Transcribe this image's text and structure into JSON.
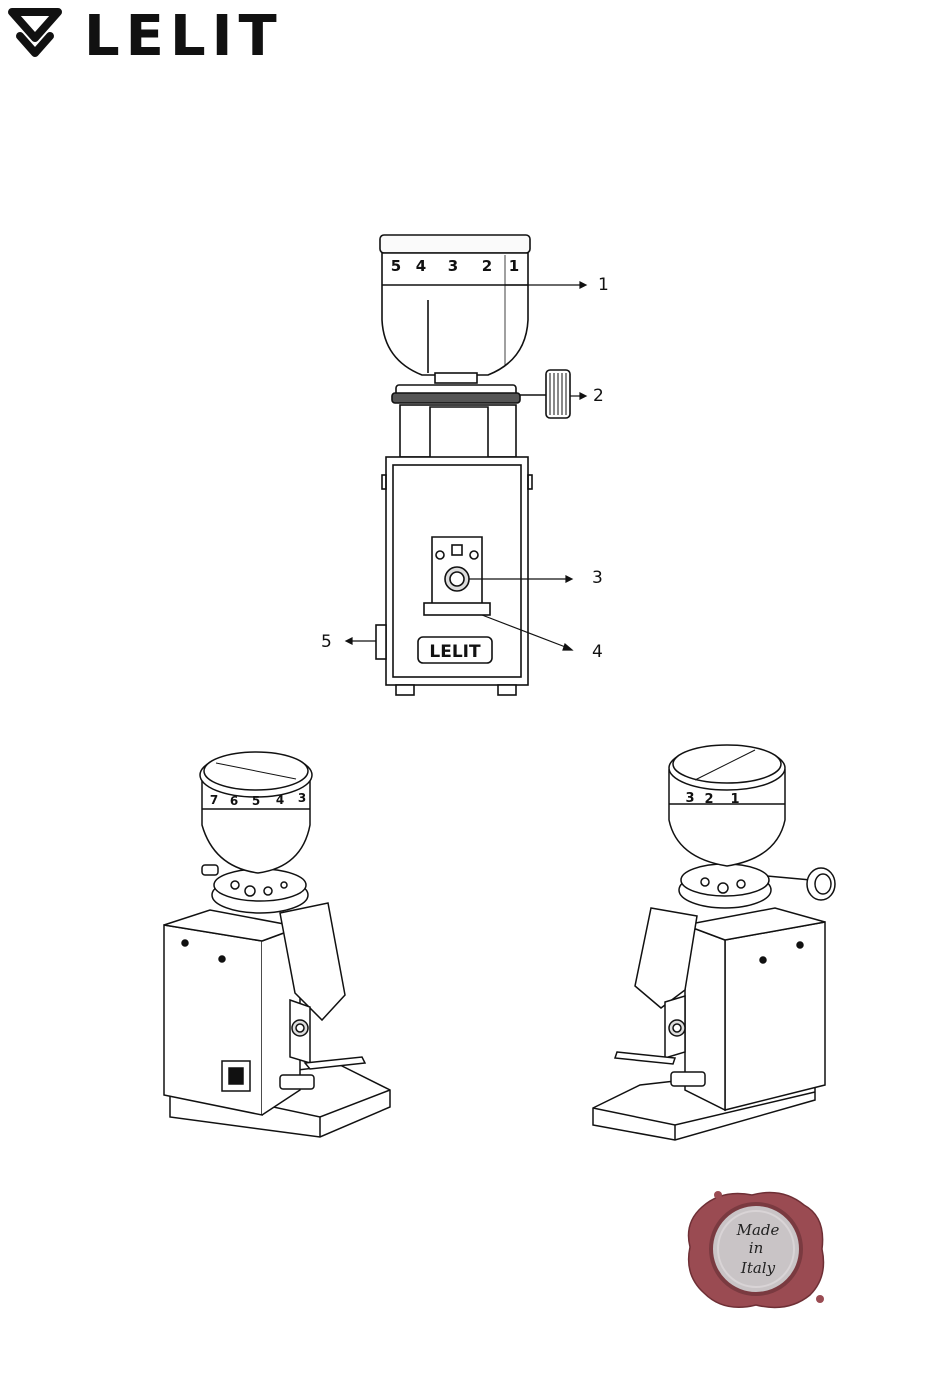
{
  "brand": {
    "name": "LELIT",
    "body_logo_text": "LELIT",
    "color": "#111111"
  },
  "hopper": {
    "scale_marks": [
      "5",
      "4",
      "3",
      "2",
      "1"
    ],
    "left_view_marks": [
      "7",
      "6",
      "5",
      "4",
      "3"
    ],
    "right_view_marks": [
      "3",
      "2",
      "1"
    ]
  },
  "callouts": [
    "1",
    "2",
    "3",
    "4",
    "5"
  ],
  "seal": {
    "line1": "Made",
    "line2": "in",
    "line3": "Italy",
    "wax_color": "#9a4b52",
    "inner_color": "#c9c4c6"
  }
}
